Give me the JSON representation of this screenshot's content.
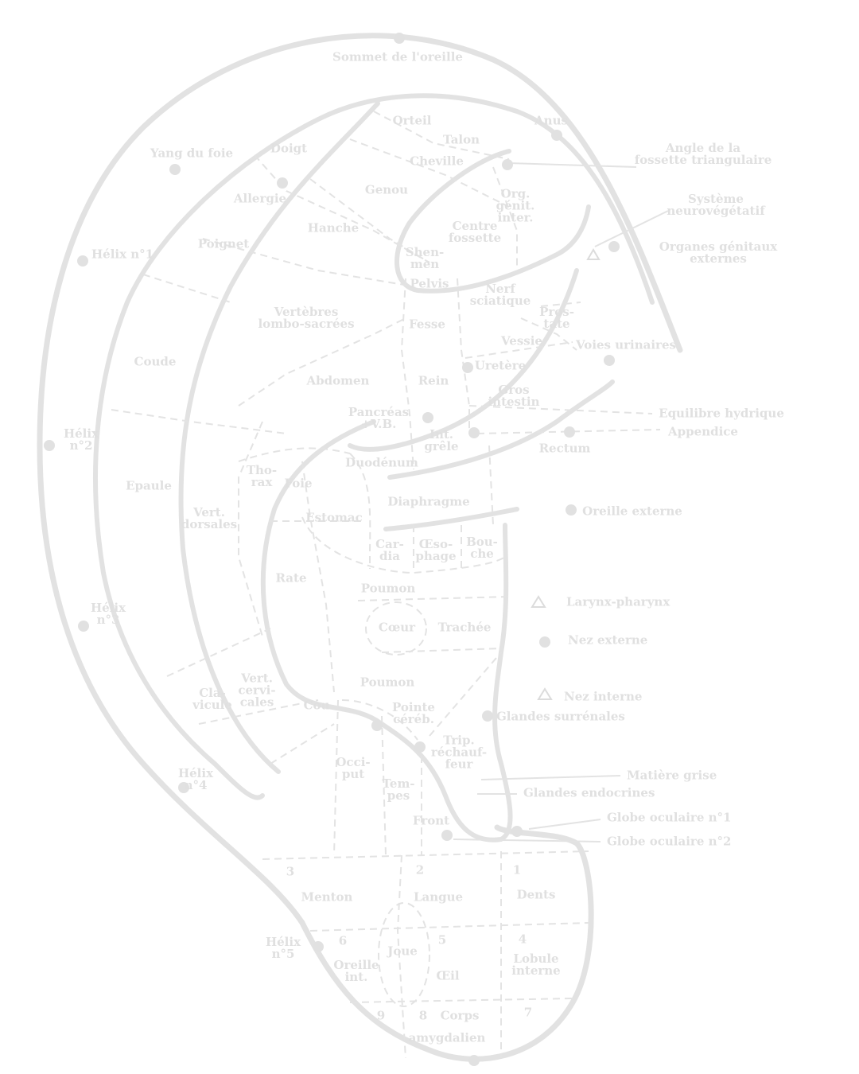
{
  "diagram": {
    "labels": {
      "sommet": "Sommet de l'oreille",
      "orteil": "Orteil",
      "talon": "Talon",
      "anus": "Anus",
      "yang_foie": "Yang du foie",
      "doigt": "Doigt",
      "cheville": "Cheville",
      "angle_fossette": "Angle de la\nfossette triangulaire",
      "genou": "Genou",
      "org_genit_inter": "Org.\ngénit.\ninter.",
      "allergie": "Allergie",
      "systeme_neuro": "Système\nneurovégétatif",
      "hanche": "Hanche",
      "centre_fossette": "Centre\nfossette",
      "poignet": "Poignet",
      "organes_genitaux_ext": "Organes génitaux\nexternes",
      "helix1": "Hélix n°1",
      "shenmen": "Shen-\nmen",
      "pelvis": "Pelvis",
      "nerf_sciatique": "Nerf\nsciatique",
      "vertebres_lombo": "Vertèbres\nlombo-sacrées",
      "fesse": "Fesse",
      "prostate": "Pros-\ntate",
      "vessie": "Vessie",
      "voies_urinaires": "Voies urinaires",
      "coude": "Coude",
      "uretere": "Uretère",
      "abdomen": "Abdomen",
      "rein": "Rein",
      "gros_intestin": "Gros\nintestin",
      "pancreas": "Pancréas\n+V.B.",
      "equilibre_hydrique": "Equilibre hydrique",
      "appendice": "Appendice",
      "helix2": "Hélix\nn°2",
      "int_grele": "Int.\ngrêle",
      "rectum": "Rectum",
      "duodenum": "Duodénum",
      "thorax": "Tho-\nrax",
      "foie": "Foie",
      "epaule": "Epaule",
      "diaphragme": "Diaphragme",
      "oreille_externe": "Oreille externe",
      "vert_dorsales": "Vert.\ndorsales",
      "estomac": "Estomac",
      "cardia": "Car-\ndia",
      "oesophage": "Œso-\nphage",
      "bouche": "Bou-\nche",
      "rate": "Rate",
      "poumon1": "Poumon",
      "larynx": "Larynx-pharynx",
      "helix3": "Hélix\nn°3",
      "coeur": "Cœur",
      "trachee": "Trachée",
      "nez_externe": "Nez externe",
      "vert_cervicales": "Vert.\ncervi-\ncales",
      "poumon2": "Poumon",
      "clavicule": "Cla-\nvicule",
      "nez_interne": "Nez interne",
      "cou": "Cou",
      "pointe_cereb": "Pointe\ncéréb.",
      "glandes_surrenales": "Glandes surrénales",
      "trip_rechauffeur": "Trip.\nréchauf-\nfeur",
      "occiput": "Occi-\nput",
      "helix4": "Hélix\nn°4",
      "matiere_grise": "Matière grise",
      "tempes": "Tem-\npes",
      "glandes_endocrines": "Glandes endocrines",
      "front": "Front",
      "globe1": "Globe oculaire n°1",
      "globe2": "Globe oculaire n°2",
      "n3": "3",
      "n2": "2",
      "n1": "1",
      "menton": "Menton",
      "langue": "Langue",
      "dents": "Dents",
      "helix5": "Hélix\nn°5",
      "n6": "6",
      "n5": "5",
      "n4": "4",
      "joue": "Joue",
      "oreille_int": "Oreille\nint.",
      "oeil": "Œil",
      "lobule_interne": "Lobule\ninterne",
      "n9": "9",
      "n8": "8",
      "corps": "Corps",
      "amygdalien": "amygdalien",
      "n7": "7"
    }
  }
}
